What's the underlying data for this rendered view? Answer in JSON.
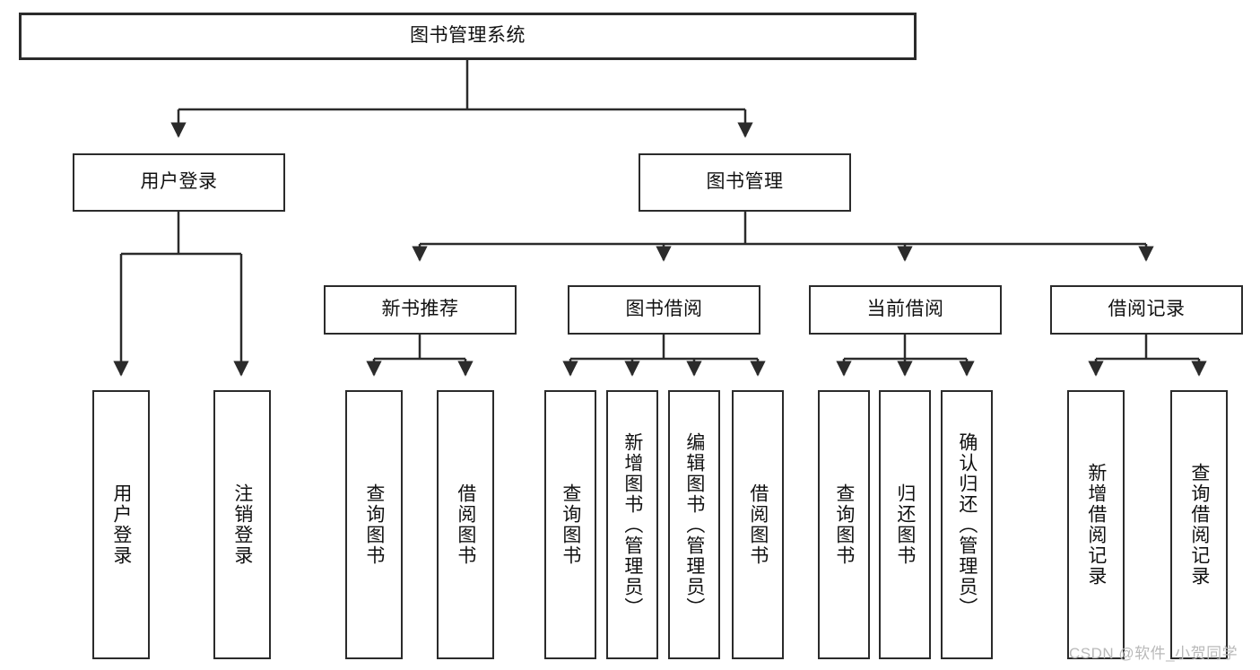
{
  "diagram": {
    "title": "图书管理系统",
    "type": "tree-hierarchy-diagram",
    "colors": {
      "box_border": "#2b2b2b",
      "box_fill": "#ffffff",
      "connector": "#2b2b2b",
      "background": "#ffffff",
      "watermark": "#b9b9b9"
    },
    "nodes": {
      "root": {
        "label": "图书管理系统"
      },
      "level2": [
        {
          "label": "用户登录"
        },
        {
          "label": "图书管理"
        }
      ],
      "level3": [
        {
          "label": "新书推荐"
        },
        {
          "label": "图书借阅"
        },
        {
          "label": "当前借阅"
        },
        {
          "label": "借阅记录"
        }
      ],
      "leaves": {
        "user_login": [
          {
            "label": "用户登录"
          },
          {
            "label": "注销登录"
          }
        ],
        "new_book_recommend": [
          {
            "label": "查询图书"
          },
          {
            "label": "借阅图书"
          }
        ],
        "book_borrow": [
          {
            "label": "查询图书"
          },
          {
            "label": "新增图书（管理员）"
          },
          {
            "label": "编辑图书（管理员）"
          },
          {
            "label": "借阅图书"
          }
        ],
        "current_borrow": [
          {
            "label": "查询图书"
          },
          {
            "label": "归还图书"
          },
          {
            "label": "确认归还（管理员）"
          }
        ],
        "borrow_record": [
          {
            "label": "新增借阅记录"
          },
          {
            "label": "查询借阅记录"
          }
        ]
      }
    },
    "watermark": "CSDN @软件_小贺同学"
  }
}
